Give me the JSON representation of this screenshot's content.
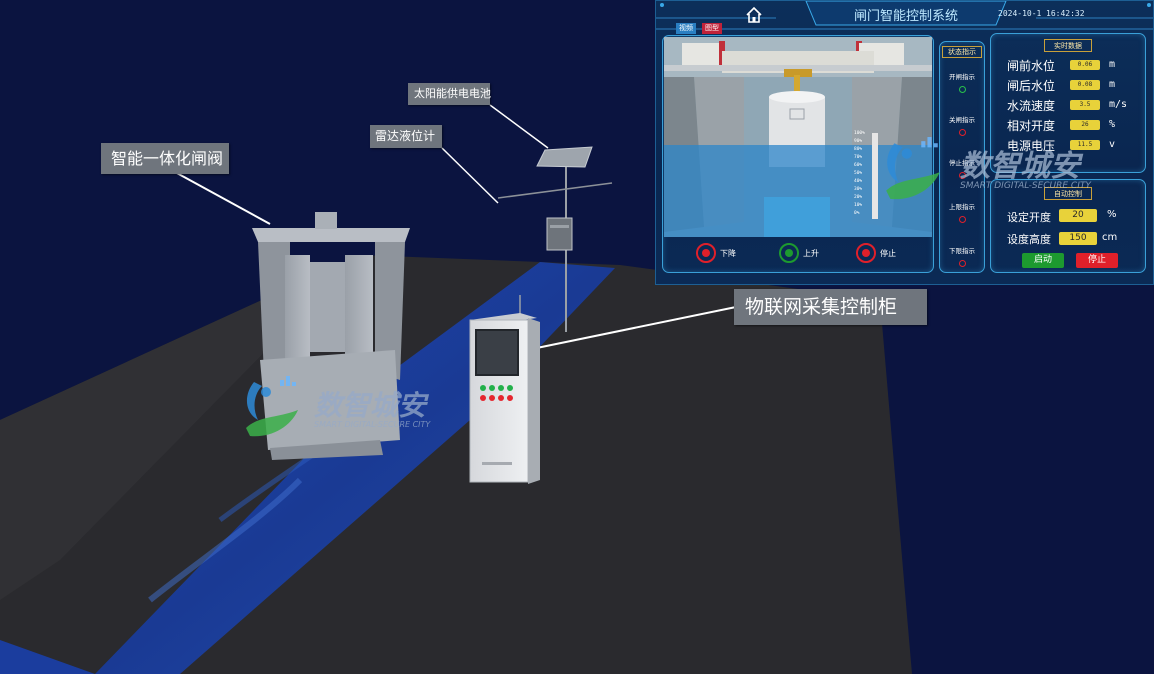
{
  "scene": {
    "callouts": {
      "gate": "智能一体化闸阀",
      "solar": "太阳能供电电池",
      "radar": "雷达液位计",
      "cabinet": "物联网采集控制柜"
    },
    "watermark": {
      "name": "数智城安",
      "sub": "SMART DIGITAL-SECURE CITY"
    },
    "colors": {
      "background": "#0b1440",
      "ground": "#2a2a2e",
      "channel": "#1b3d9e",
      "callout": "#6f757d"
    }
  },
  "hmi": {
    "title": "闸门智能控制系统",
    "date": "2024-10-1",
    "time": "16:42:32",
    "tabs": {
      "video": "视频",
      "graph": "图型"
    },
    "gauge_ticks": [
      "100%",
      "90%",
      "80%",
      "70%",
      "60%",
      "50%",
      "40%",
      "30%",
      "20%",
      "10%",
      "0%"
    ],
    "controls": {
      "down": "下降",
      "up": "上升",
      "stop": "停止"
    },
    "status": {
      "heading": "状态指示",
      "items": [
        {
          "label": "开闸指示",
          "state": "green"
        },
        {
          "label": "关闸指示",
          "state": "red"
        },
        {
          "label": "停止指示",
          "state": "red"
        },
        {
          "label": "上限指示",
          "state": "red"
        },
        {
          "label": "下限指示",
          "state": "red"
        }
      ]
    },
    "realtime": {
      "heading": "实时数据",
      "rows": [
        {
          "label": "闸前水位",
          "value": "0.06",
          "unit": "m"
        },
        {
          "label": "闸后水位",
          "value": "0.08",
          "unit": "m"
        },
        {
          "label": "水流速度",
          "value": "3.5",
          "unit": "m/s"
        },
        {
          "label": "相对开度",
          "value": "26",
          "unit": "%"
        },
        {
          "label": "电源电压",
          "value": "11.5",
          "unit": "v"
        }
      ]
    },
    "auto": {
      "heading": "自动控制",
      "opening_label": "设定开度",
      "opening_value": "20",
      "opening_unit": "%",
      "height_label": "设度高度",
      "height_value": "150",
      "height_unit": "cm",
      "start": "启动",
      "stop": "停止"
    },
    "colors": {
      "panel": "#0a2650",
      "frame": "#3aa0d8",
      "value_box": "#e8d23a",
      "green": "#1d9a2f",
      "red": "#e0202a",
      "water": "#2c86c9"
    }
  }
}
